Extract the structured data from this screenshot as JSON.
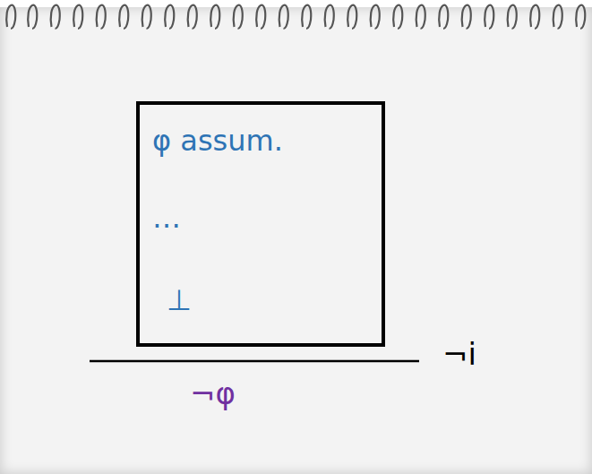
{
  "diagram": {
    "nodes": [
      {
        "text": [
          "φ assum.",
          "…",
          "⊥"
        ]
      }
    ],
    "labels": [
      "¬i",
      "¬φ"
    ]
  }
}
